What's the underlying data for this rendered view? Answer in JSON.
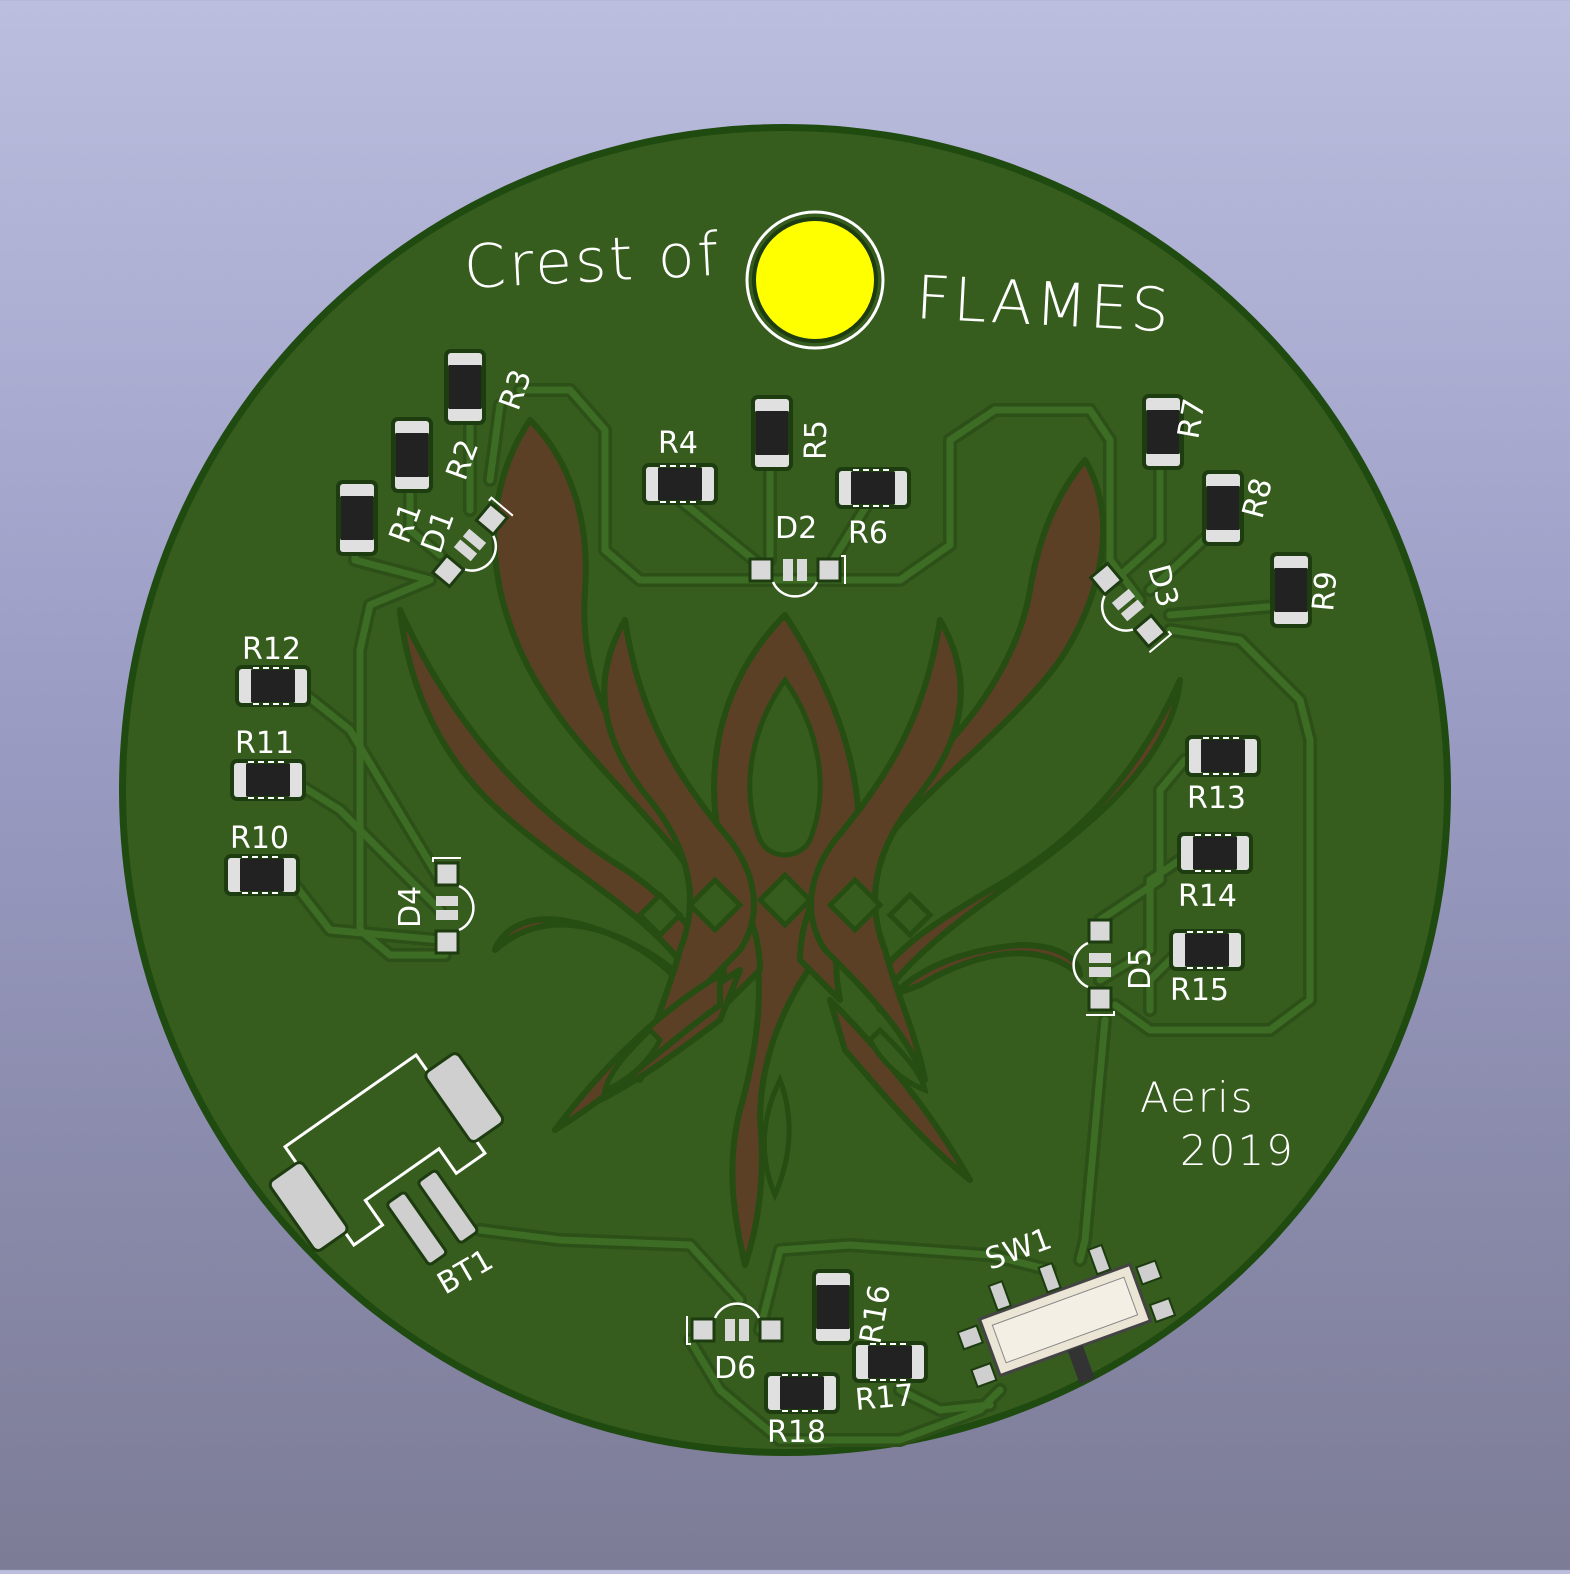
{
  "board": {
    "title_left": "Crest of",
    "title_right": "FLAMES",
    "author": "Aeris",
    "year": "2019"
  },
  "colors": {
    "board": "#365c1e",
    "board_edge": "#1f4a10",
    "emblem": "#5c4025",
    "pad": "#d9d9d9",
    "component_body": "#222222",
    "silkscreen": "#ffffff",
    "led": "#ffff00"
  },
  "resistors": [
    "R1",
    "R2",
    "R3",
    "R4",
    "R5",
    "R6",
    "R7",
    "R8",
    "R9",
    "R10",
    "R11",
    "R12",
    "R13",
    "R14",
    "R15",
    "R16",
    "R17",
    "R18"
  ],
  "leds": [
    "D1",
    "D2",
    "D3",
    "D4",
    "D5",
    "D6"
  ],
  "battery": "BT1",
  "switch": "SW1"
}
